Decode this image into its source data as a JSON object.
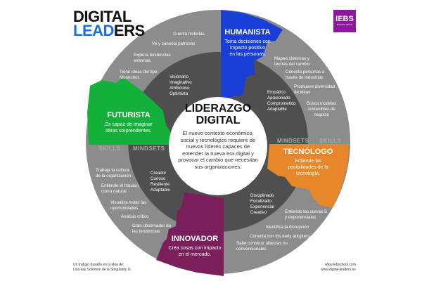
{
  "logo": {
    "line1": "DIGITAL",
    "line2_accent": "LEAD",
    "line2_rest": "ERS",
    "accent_color": "#1a6fe0"
  },
  "brand": {
    "name": "IEBS",
    "sub": "Business School",
    "color": "#8a1a9b"
  },
  "center": {
    "title": "LIDERAZGO\nDIGITAL",
    "text": "El nuevo contexto económico, social y tecnológico requiere de nuevos líderes capaces de entender la nueva era digital y provocar el cambio que necesitan sus organizaciones."
  },
  "ring_labels": {
    "skills": "SKILLS",
    "mindsets": "MINDSETS"
  },
  "roles": [
    {
      "name": "HUMANISTA",
      "desc": "Toma decisiones con\nimpacto positivo\nen las personas.",
      "color": "#1a3fd6",
      "mindsets": "Empático\nApasionado\nComprometido\nAdaptable",
      "skills": [
        "Mapea sistemas y\nteorías del cambio",
        "Conecta personas a\ntravés de industrias",
        "Promueve diversidad\nde ideas",
        "Busca modelos\nsostenibles de\nnegocio"
      ]
    },
    {
      "name": "FUTURISTA",
      "desc": "Es capaz de imaginar\nideas sorprendentes.",
      "color": "#13b03a",
      "mindsets": "Visionario\nImaginativo\nAmbicioso\nOptimista",
      "skills": [
        "Cuenta historias.",
        "Ve y conecta patrones",
        "Explora tendencias\nexternas.",
        "Tiene ideas del tipo\nMoonshot."
      ]
    },
    {
      "name": "TECNÓLOGO",
      "desc": "Entiende las\nposibilidades de la\ntecnología.",
      "color": "#e8872a",
      "mindsets": "Disciplinado\nFocalizado\nExponencial\nCreativo",
      "skills": [
        "Entiende las curvas S\ny exponenciales",
        "Identifica la disrupción",
        "Conecta con los early adopters",
        "Sabe construir alianzas no\nconvencionales"
      ]
    },
    {
      "name": "INNOVADOR",
      "desc": "Crea cosas con impacto\nen el mercado.",
      "color": "#7a1f5c",
      "mindsets": "Creador\nCurioso\nResiliente\nAdaptable",
      "skills": [
        "Trabaja la cultura\nde la organización",
        "Entiende el fracaso\ncomo natural",
        "Visualiza todas las\noportunidades",
        "Análisis crítico",
        "Gran observador de\nlas tendencias"
      ]
    }
  ],
  "footer": {
    "left": "Un trabajo basado en la idea de:\nLisa kay Solomon  de la Singularity U.",
    "right": "www.iebschool.com\nwww.digital-leaders.es"
  }
}
